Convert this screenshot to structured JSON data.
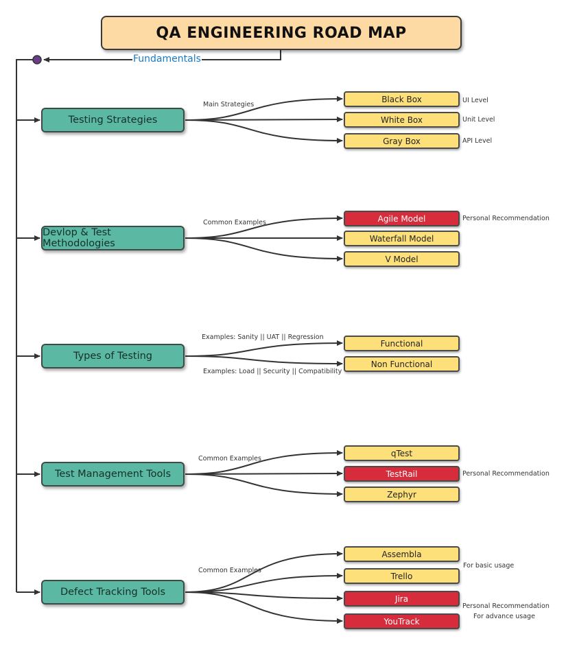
{
  "title": "QA ENGINEERING ROAD MAP",
  "fundamentals_label": "Fundamentals",
  "colors": {
    "category": "#5bb8a2",
    "leaf": "#fde07a",
    "recommended": "#d62c3b",
    "title_box": "#fdd9a3",
    "link": "#1a79c4",
    "root_dot": "#6a3d8a"
  },
  "categories": [
    {
      "label": "Testing Strategies",
      "edge_label": "Main Strategies",
      "items": [
        {
          "label": "Black Box",
          "style": "yellow",
          "note": "UI Level"
        },
        {
          "label": "White Box",
          "style": "yellow",
          "note": "Unit Level"
        },
        {
          "label": "Gray Box",
          "style": "yellow",
          "note": "API Level"
        }
      ]
    },
    {
      "label": "Devlop & Test Methodologies",
      "edge_label": "Common Examples",
      "items": [
        {
          "label": "Agile Model",
          "style": "red",
          "note": "Personal Recommendation"
        },
        {
          "label": "Waterfall Model",
          "style": "yellow",
          "note": ""
        },
        {
          "label": "V Model",
          "style": "yellow",
          "note": ""
        }
      ]
    },
    {
      "label": "Types of Testing",
      "edge_label": "Examples: Sanity || UAT || Regression",
      "edge_label_2": "Examples: Load || Security || Compatibility",
      "items": [
        {
          "label": "Functional",
          "style": "yellow",
          "note": ""
        },
        {
          "label": "Non Functional",
          "style": "yellow",
          "note": ""
        }
      ]
    },
    {
      "label": "Test Management Tools",
      "edge_label": "Common Examples",
      "items": [
        {
          "label": "qTest",
          "style": "yellow",
          "note": ""
        },
        {
          "label": "TestRail",
          "style": "red",
          "note": "Personal Recommendation"
        },
        {
          "label": "Zephyr",
          "style": "yellow",
          "note": ""
        }
      ]
    },
    {
      "label": "Defect Tracking Tools",
      "edge_label": "Common Examples",
      "items": [
        {
          "label": "Assembla",
          "style": "yellow",
          "note": ""
        },
        {
          "label": "Trello",
          "style": "yellow",
          "note": ""
        },
        {
          "label": "Jira",
          "style": "red",
          "note": ""
        },
        {
          "label": "YouTrack",
          "style": "red",
          "note": ""
        }
      ],
      "group_notes": [
        "For basic usage",
        "Personal Recommendation",
        "For advance usage"
      ]
    }
  ]
}
